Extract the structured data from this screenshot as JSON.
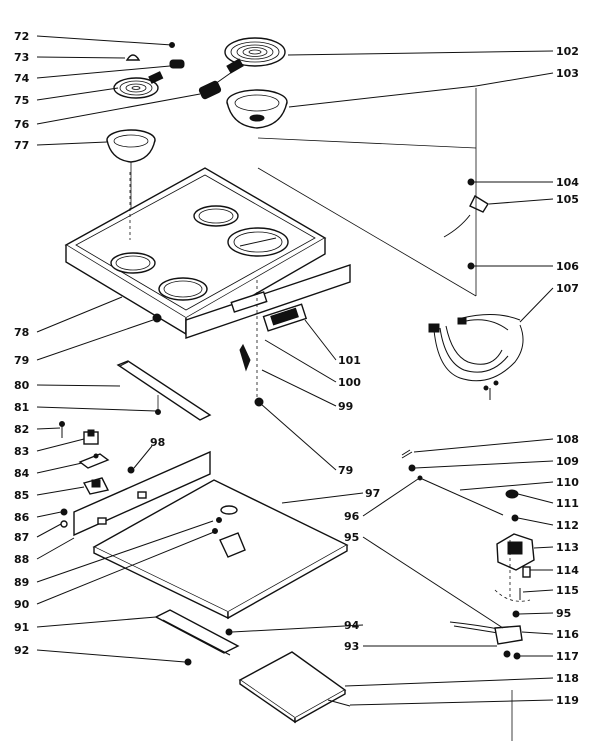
{
  "labels": {
    "p72": "72",
    "p73": "73",
    "p74": "74",
    "p75": "75",
    "p76": "76",
    "p77": "77",
    "p78": "78",
    "p79a": "79",
    "p80": "80",
    "p81": "81",
    "p82": "82",
    "p83": "83",
    "p84": "84",
    "p85": "85",
    "p86": "86",
    "p87": "87",
    "p88": "88",
    "p89": "89",
    "p90": "90",
    "p91": "91",
    "p92": "92",
    "p98": "98",
    "p101": "101",
    "p100": "100",
    "p99": "99",
    "p79b": "79",
    "p97": "97",
    "p96": "96",
    "p95a": "95",
    "p94": "94",
    "p93": "93",
    "p102": "102",
    "p103": "103",
    "p104": "104",
    "p105": "105",
    "p106": "106",
    "p107": "107",
    "p108": "108",
    "p109": "109",
    "p110": "110",
    "p111": "111",
    "p112": "112",
    "p113": "113",
    "p114": "114",
    "p115": "115",
    "p95b": "95",
    "p116": "116",
    "p117": "117",
    "p118": "118",
    "p119": "119"
  }
}
